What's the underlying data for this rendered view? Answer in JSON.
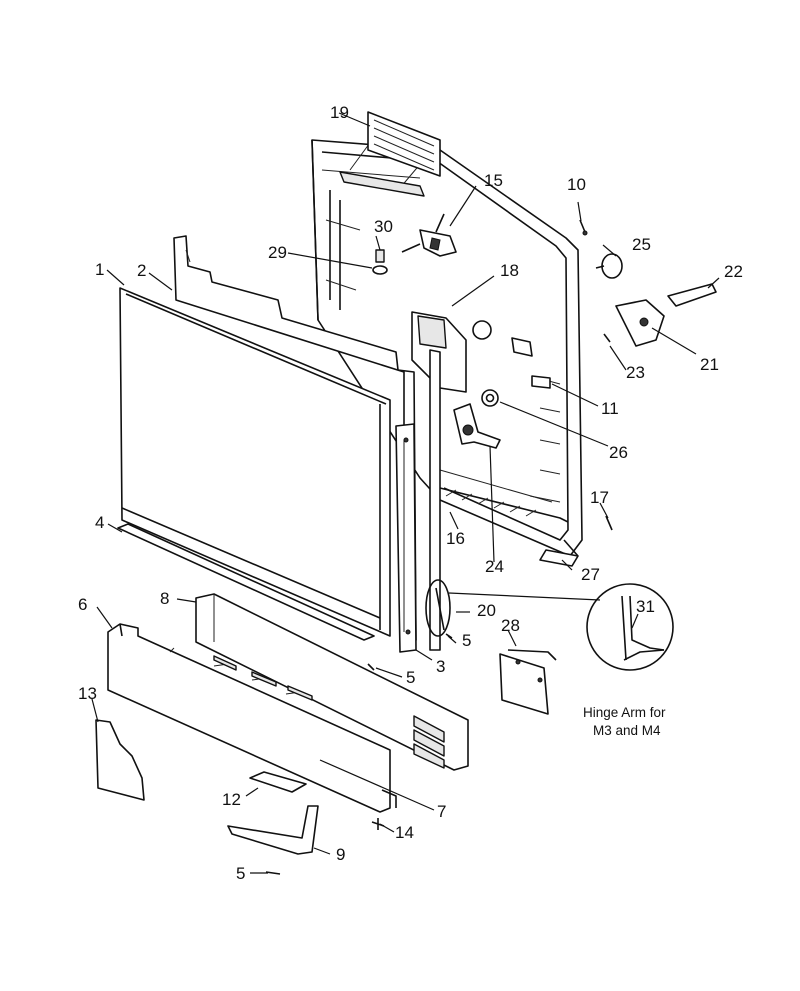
{
  "callouts": {
    "c1": "1",
    "c2": "2",
    "c3": "3",
    "c4": "4",
    "c5a": "5",
    "c5b": "5",
    "c5c": "5",
    "c6": "6",
    "c7": "7",
    "c8": "8",
    "c9": "9",
    "c10": "10",
    "c11": "11",
    "c12": "12",
    "c13": "13",
    "c14": "14",
    "c15": "15",
    "c16": "16",
    "c17": "17",
    "c18": "18",
    "c19": "19",
    "c20": "20",
    "c21": "21",
    "c22": "22",
    "c23": "23",
    "c24": "24",
    "c25": "25",
    "c26": "26",
    "c27": "27",
    "c28": "28",
    "c29": "29",
    "c30": "30",
    "c31": "31"
  },
  "inset_caption": {
    "line1": "Hinge Arm for",
    "line2": "M3 and M4"
  }
}
